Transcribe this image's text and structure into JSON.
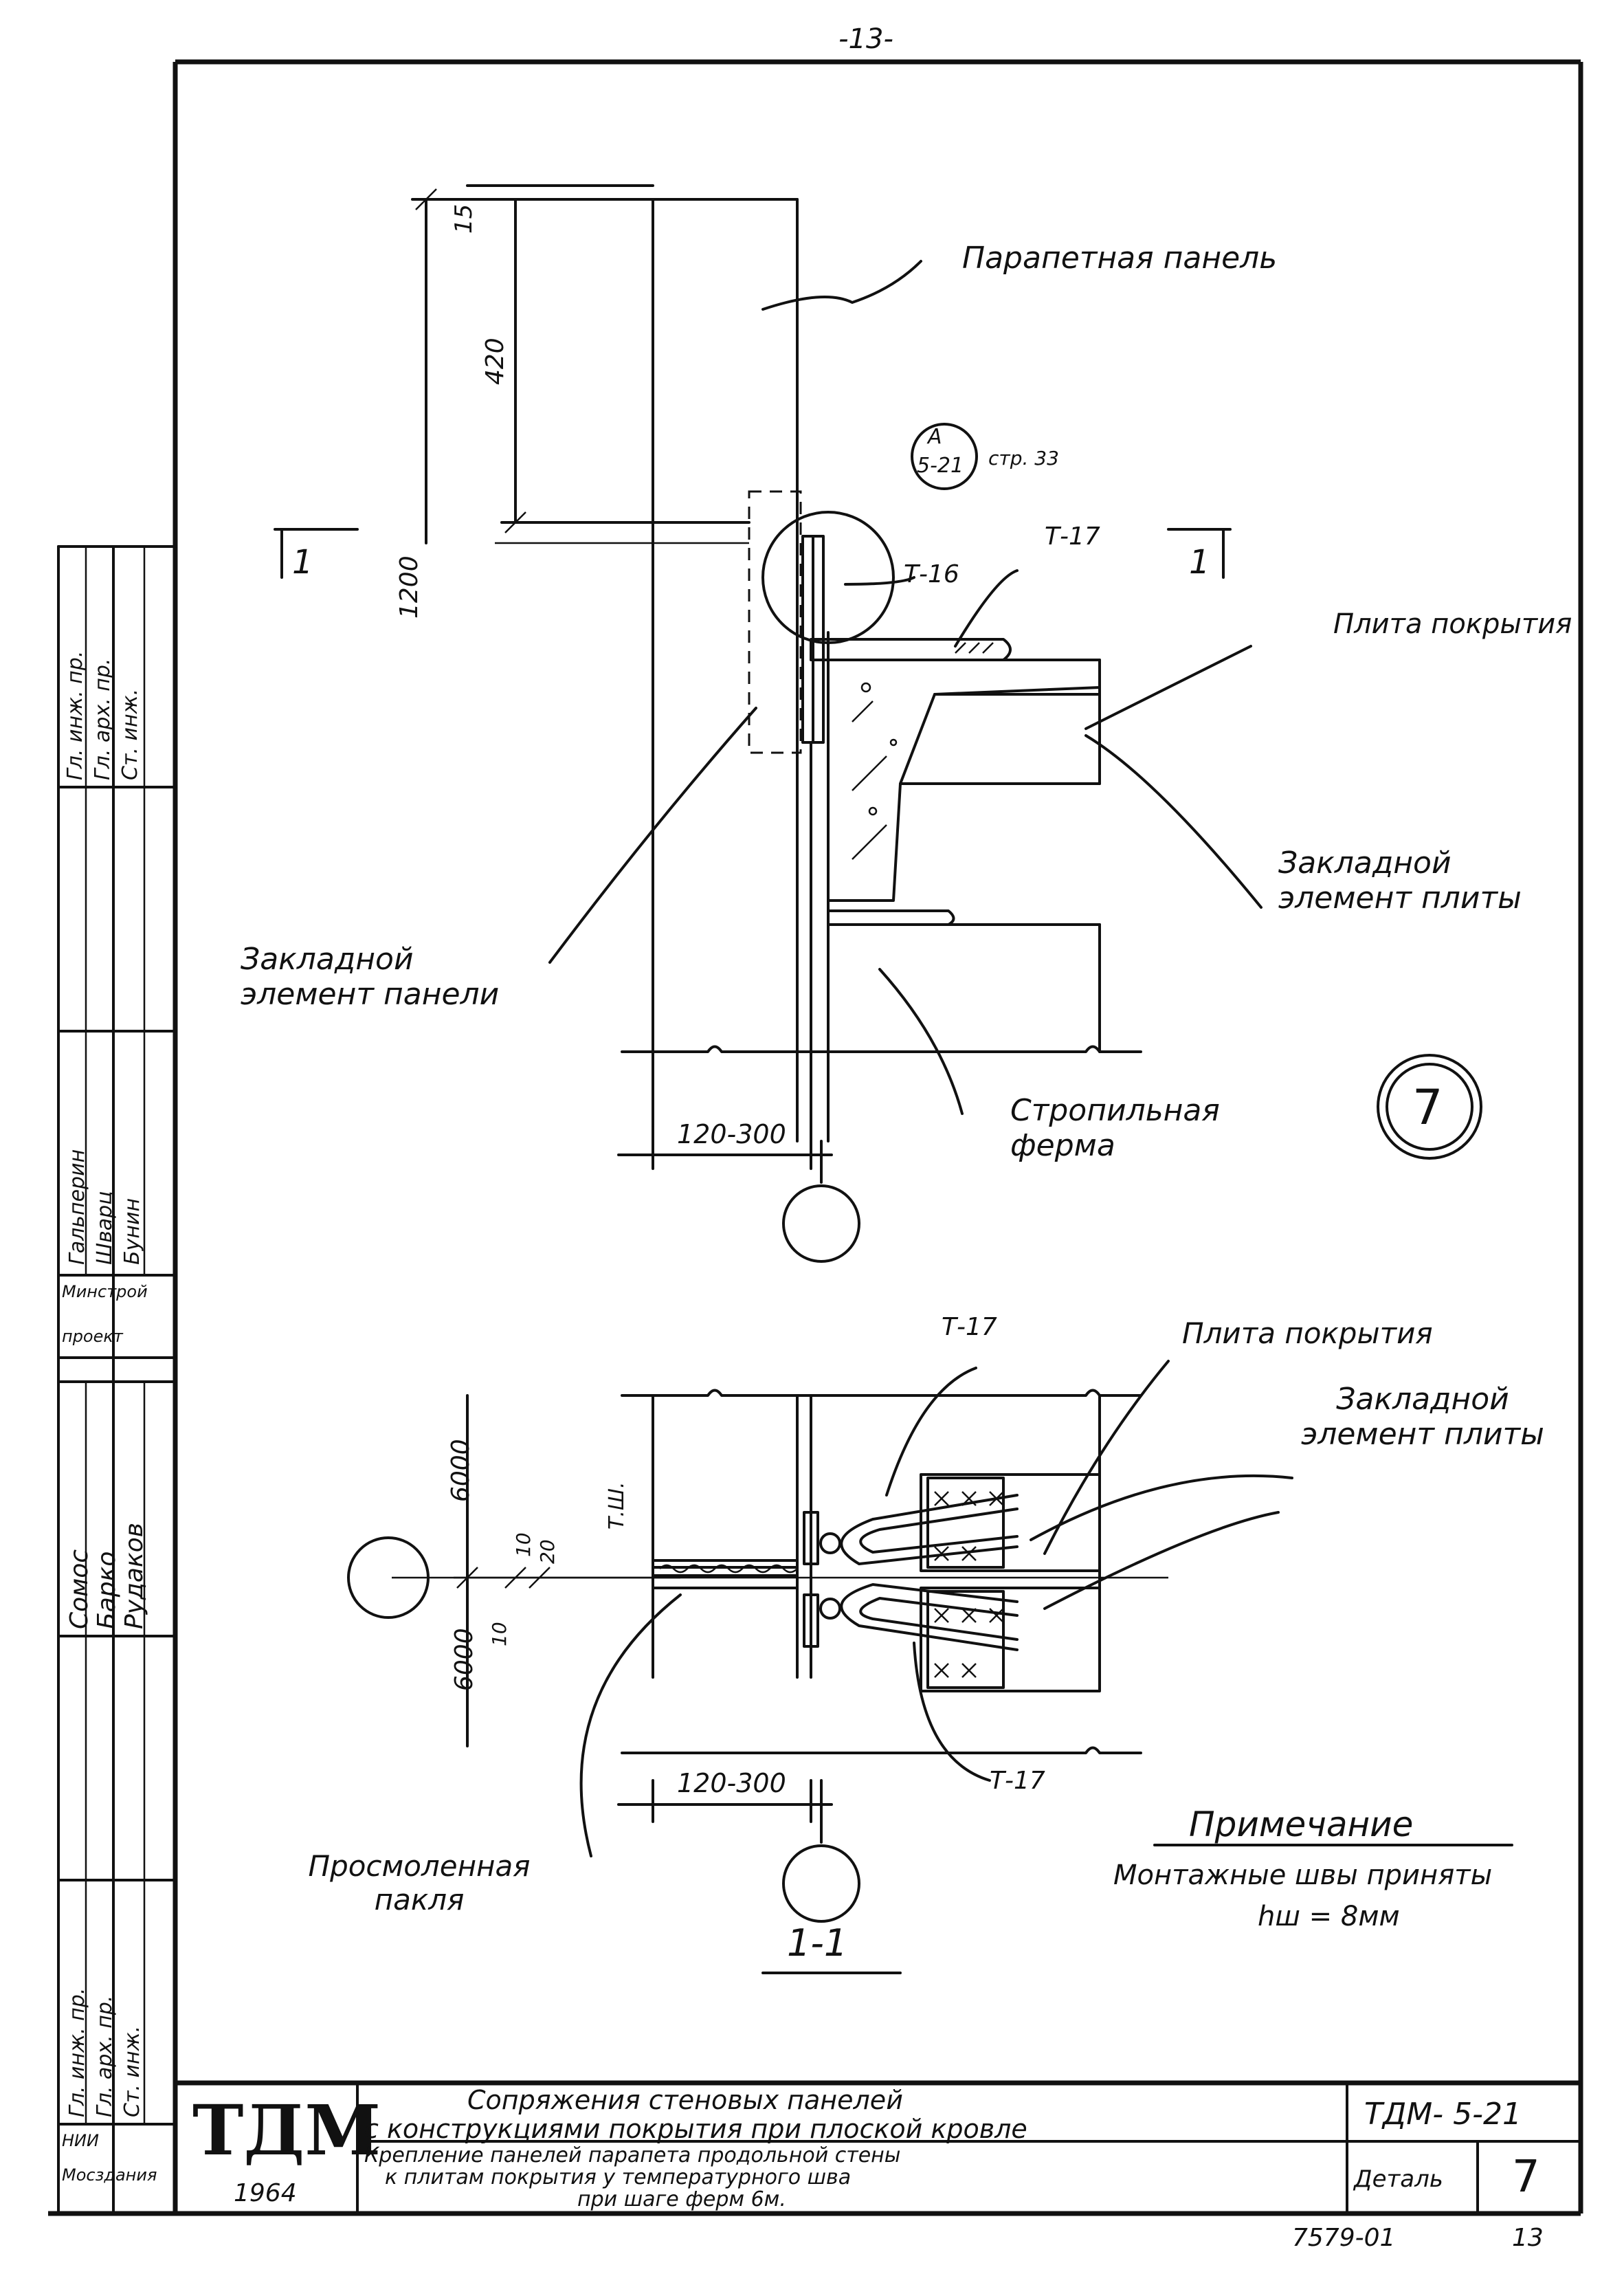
{
  "page_number_top": "-13-",
  "labels": {
    "parapet_panel": "Парапетная панель",
    "roof_slab": "Плита покрытия",
    "embedded_slab": "Закладной элемент плиты",
    "embedded_panel": "Закладной элемент панели",
    "truss": "Стропильная ферма",
    "roof_slab_plan": "Плита покрытия",
    "embedded_slab_plan": "Закладной элемент плиты",
    "tarred_tow": "Просмоленная пакля",
    "t16": "Т-16",
    "t17_a": "Т-17",
    "t17_b": "Т-17",
    "t17_c": "Т-17",
    "tsh": "Т.Ш.",
    "section_left": "1",
    "section_right": "1",
    "section_caption": "1-1",
    "callout_letter": "А",
    "callout_ref": "5-21",
    "callout_page": "стр. 33"
  },
  "dims": {
    "d15": "15",
    "d420": "420",
    "d1200": "1200",
    "d120_300_a": "120-300",
    "d120_300_b": "120-300",
    "d6000_top": "6000",
    "d6000_bottom": "6000",
    "d10_a": "10",
    "d10_b": "10",
    "d20": "20"
  },
  "detail_mark": "7",
  "note": {
    "heading": "Примечание",
    "line1": "Монтажные швы приняты",
    "line2": "hш = 8мм"
  },
  "side_stamp": {
    "names_top": [
      "Гальперин",
      "Шварц",
      "Бунин"
    ],
    "roles_top": [
      "Гл. инж. пр.",
      "Гл. арх. пр.",
      "Ст. инж."
    ],
    "org_top": [
      "Минстрой",
      "проект"
    ],
    "names_bottom": [
      "Сомос",
      "Барко",
      "Рудаков"
    ],
    "roles_bottom": [
      "Гл. инж. пр.",
      "Гл. арх. пр.",
      "Ст. инж."
    ],
    "org_bottom": [
      "НИИ",
      "Мосздания"
    ]
  },
  "title_block": {
    "logo": "ТДМ",
    "year": "1964",
    "title1": "Сопряжения стеновых панелей",
    "title2": "с конструкциями покрытия при плоской кровле",
    "sub1": "Крепление панелей парапета продольной стены",
    "sub2": "к плитам покрытия у температурного шва",
    "sub3": "при шаге ферм 6м.",
    "code": "ТДМ- 5-21",
    "detail_label": "Деталь",
    "detail_no": "7"
  },
  "footer": {
    "doc_no": "7579-01",
    "page_no": "13"
  }
}
